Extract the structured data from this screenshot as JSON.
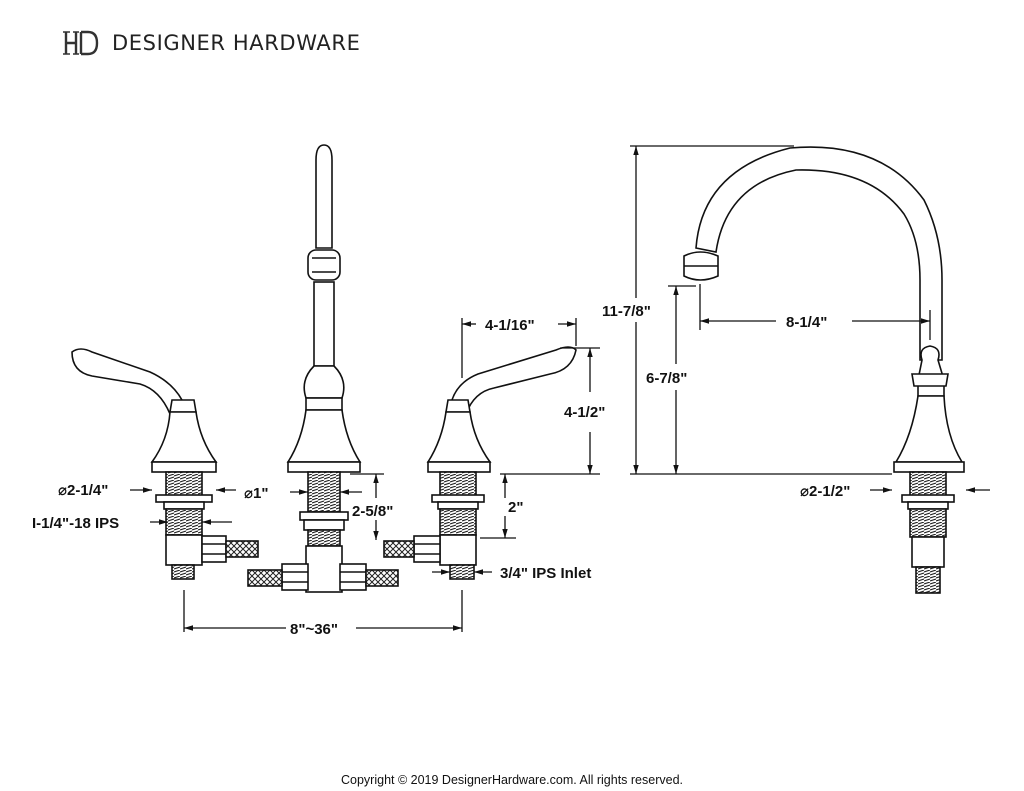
{
  "brand": {
    "name": "DESIGNER HARDWARE",
    "logo_icon": "dh-monogram-icon"
  },
  "dimensions": {
    "spout_width": "4-1/16\"",
    "handle_height": "4-1/2\"",
    "flange_left": "⌀2-1/4\"",
    "thread_left": "I-1/4\"-18 IPS",
    "shank_dia": "⌀1\"",
    "shank_length": "2-5/8\"",
    "deck_thickness": "2\"",
    "inlet": "3/4\" IPS Inlet",
    "spread": "8\"~36\"",
    "total_height": "11-7/8\"",
    "spout_height": "6-7/8\"",
    "reach": "8-1/4\"",
    "flange_right": "⌀2-1/2\""
  },
  "footer": {
    "copyright": "Copyright © 2019 DesignerHardware.com. All rights reserved."
  }
}
